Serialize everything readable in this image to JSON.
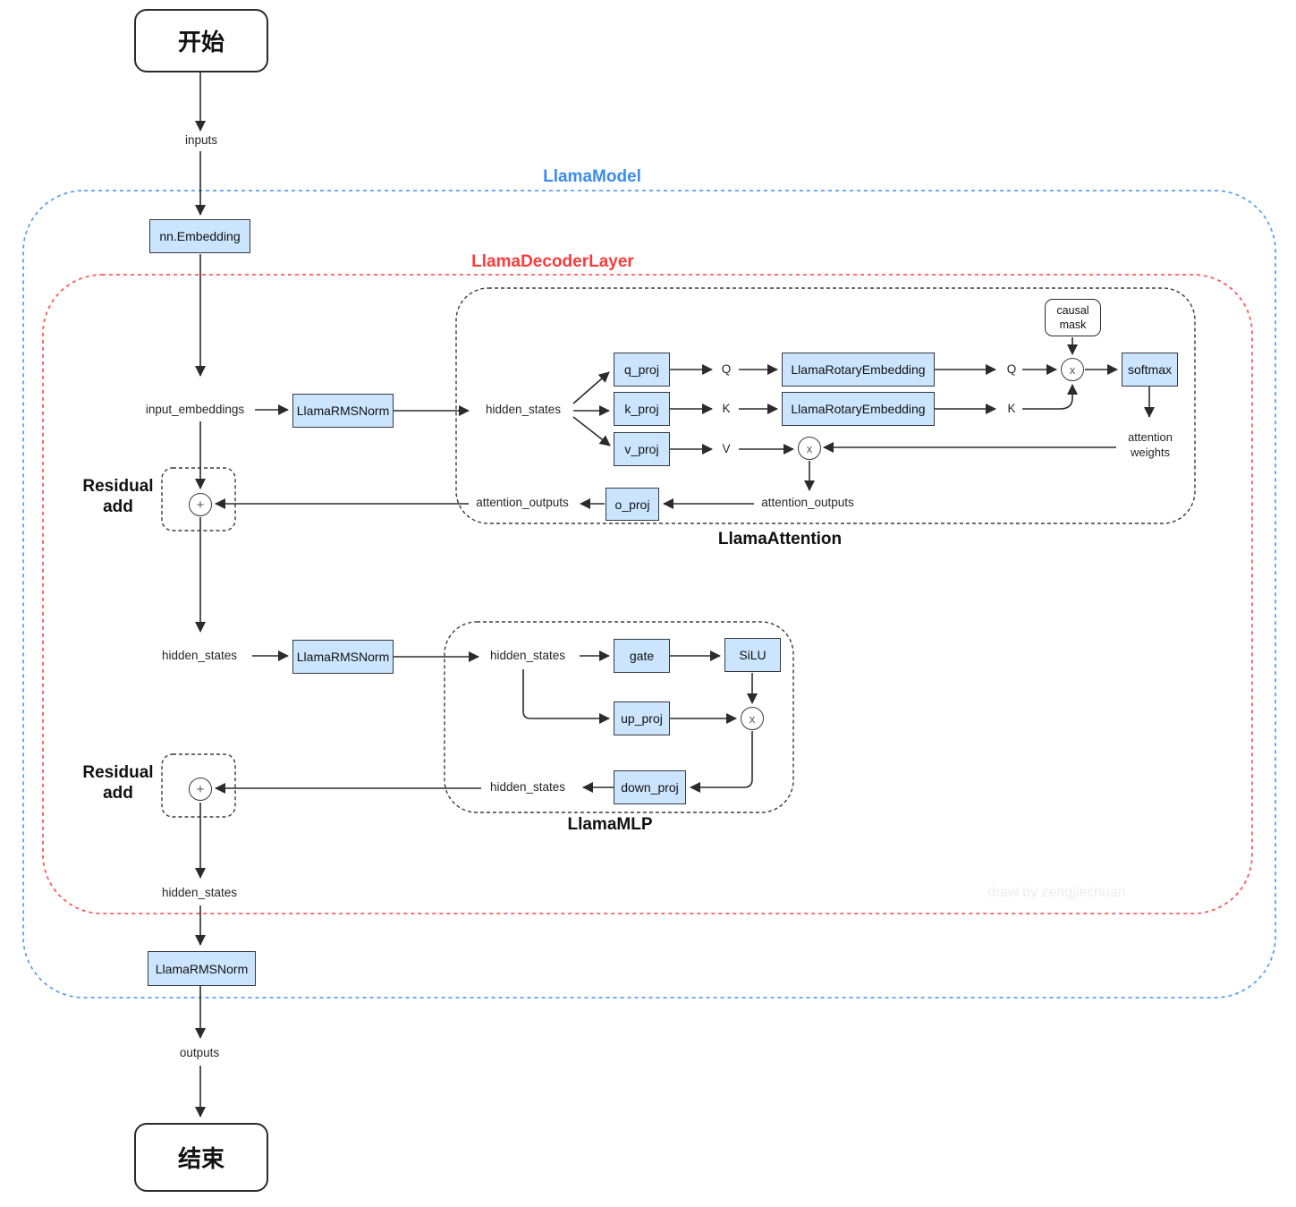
{
  "containers": {
    "llama_model": {
      "label": "LlamaModel",
      "accent": "#3b8cee"
    },
    "llama_decoder_layer": {
      "label": "LlamaDecoderLayer",
      "accent": "#fb3b3b"
    },
    "llama_attention": {
      "label": "LlamaAttention"
    },
    "llama_mlp": {
      "label": "LlamaMLP"
    }
  },
  "terminals": {
    "start": "开始",
    "end": "结束"
  },
  "blocks": {
    "embedding": "nn.Embedding",
    "rmsnorm": "LlamaRMSNorm",
    "q_proj": "q_proj",
    "k_proj": "k_proj",
    "v_proj": "v_proj",
    "rotary_embedding": "LlamaRotaryEmbedding",
    "softmax": "softmax",
    "o_proj": "o_proj",
    "gate": "gate",
    "silu": "SiLU",
    "up_proj": "up_proj",
    "down_proj": "down_proj",
    "causal_mask": "causal mask"
  },
  "flow_labels": {
    "inputs": "inputs",
    "input_embeddings": "input_embeddings",
    "hidden_states": "hidden_states",
    "outputs": "outputs",
    "attention_outputs": "attention_outputs",
    "attention_weights": "attention weights",
    "q": "Q",
    "k": "K",
    "v": "V"
  },
  "operators": {
    "multiply": "x",
    "add": "+"
  },
  "annotations": {
    "residual_add": "Residual add",
    "watermark": "draw by zengjiechuan"
  },
  "colors": {
    "block_fill": "#cce5ff",
    "block_border": "#36393d",
    "model_border": "#5ba1f0",
    "decoder_border": "#fb5c5c",
    "edge": "#2b2b2b"
  }
}
